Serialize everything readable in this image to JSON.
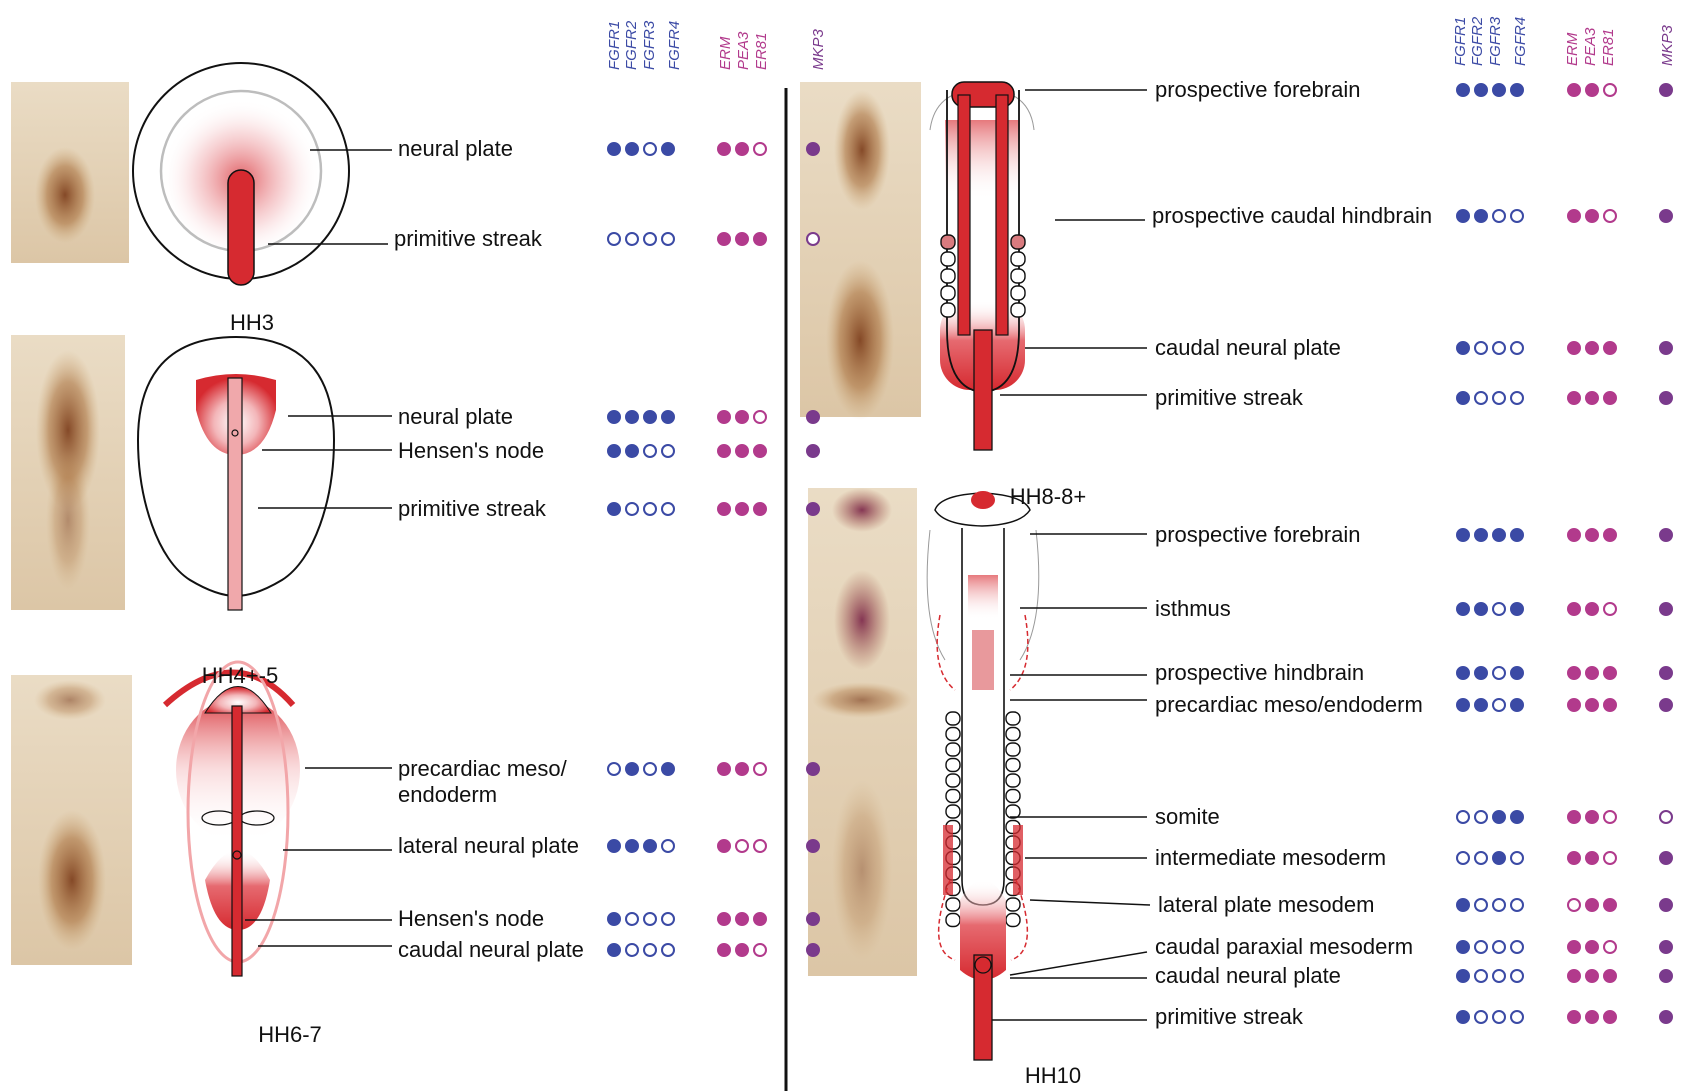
{
  "colors": {
    "fgfr": "#3b4aa5",
    "ets": "#b23a8c",
    "mkp": "#7a3a8c",
    "tissue": "#d62a30",
    "divider": "#111111"
  },
  "genes": {
    "fgfr": [
      "FGFR1",
      "FGFR2",
      "FGFR3",
      "FGFR4"
    ],
    "ets": [
      "ERM",
      "PEA3",
      "ER81"
    ],
    "mkp": [
      "MKP3"
    ]
  },
  "left": {
    "stages": [
      {
        "name": "HH3",
        "rows": [
          {
            "label": "neural plate",
            "fgfr": [
              1,
              1,
              0,
              1
            ],
            "ets": [
              1,
              1,
              0
            ],
            "mkp": [
              1
            ]
          },
          {
            "label": "primitive streak",
            "fgfr": [
              0,
              0,
              0,
              0
            ],
            "ets": [
              1,
              1,
              1
            ],
            "mkp": [
              0
            ]
          }
        ]
      },
      {
        "name": "HH4+-5",
        "rows": [
          {
            "label": "neural plate",
            "fgfr": [
              1,
              1,
              1,
              1
            ],
            "ets": [
              1,
              1,
              0
            ],
            "mkp": [
              1
            ]
          },
          {
            "label": "Hensen's node",
            "fgfr": [
              1,
              1,
              0,
              0
            ],
            "ets": [
              1,
              1,
              1
            ],
            "mkp": [
              1
            ]
          },
          {
            "label": "primitive streak",
            "fgfr": [
              1,
              0,
              0,
              0
            ],
            "ets": [
              1,
              1,
              1
            ],
            "mkp": [
              1
            ]
          }
        ]
      },
      {
        "name": "HH6-7",
        "rows": [
          {
            "label": "precardiac meso/",
            "label2": "endoderm",
            "fgfr": [
              0,
              1,
              0,
              1
            ],
            "ets": [
              1,
              1,
              0
            ],
            "mkp": [
              1
            ]
          },
          {
            "label": "lateral neural plate",
            "fgfr": [
              1,
              1,
              1,
              0
            ],
            "ets": [
              1,
              0,
              0
            ],
            "mkp": [
              1
            ]
          },
          {
            "label": "Hensen's node",
            "fgfr": [
              1,
              0,
              0,
              0
            ],
            "ets": [
              1,
              1,
              1
            ],
            "mkp": [
              1
            ]
          },
          {
            "label": "caudal neural plate",
            "fgfr": [
              1,
              0,
              0,
              0
            ],
            "ets": [
              1,
              1,
              0
            ],
            "mkp": [
              1
            ]
          }
        ]
      }
    ]
  },
  "right": {
    "stages": [
      {
        "name": "HH8-8+",
        "rows": [
          {
            "label": "prospective forebrain",
            "fgfr": [
              1,
              1,
              1,
              1
            ],
            "ets": [
              1,
              1,
              0
            ],
            "mkp": [
              1
            ]
          },
          {
            "label": "prospective caudal hindbrain",
            "fgfr": [
              1,
              1,
              0,
              0
            ],
            "ets": [
              1,
              1,
              0
            ],
            "mkp": [
              1
            ]
          },
          {
            "label": "caudal neural plate",
            "fgfr": [
              1,
              0,
              0,
              0
            ],
            "ets": [
              1,
              1,
              1
            ],
            "mkp": [
              1
            ]
          },
          {
            "label": "primitive streak",
            "fgfr": [
              1,
              0,
              0,
              0
            ],
            "ets": [
              1,
              1,
              1
            ],
            "mkp": [
              1
            ]
          }
        ]
      },
      {
        "name": "HH10",
        "rows": [
          {
            "label": "prospective forebrain",
            "fgfr": [
              1,
              1,
              1,
              1
            ],
            "ets": [
              1,
              1,
              1
            ],
            "mkp": [
              1
            ]
          },
          {
            "label": "isthmus",
            "fgfr": [
              1,
              1,
              0,
              1
            ],
            "ets": [
              1,
              1,
              0
            ],
            "mkp": [
              1
            ]
          },
          {
            "label": "prospective hindbrain",
            "fgfr": [
              1,
              1,
              0,
              1
            ],
            "ets": [
              1,
              1,
              1
            ],
            "mkp": [
              1
            ]
          },
          {
            "label": "precardiac meso/endoderm",
            "fgfr": [
              1,
              1,
              0,
              1
            ],
            "ets": [
              1,
              1,
              1
            ],
            "mkp": [
              1
            ]
          },
          {
            "label": "somite",
            "fgfr": [
              0,
              0,
              1,
              1
            ],
            "ets": [
              1,
              1,
              0
            ],
            "mkp": [
              0
            ]
          },
          {
            "label": "intermediate mesoderm",
            "fgfr": [
              0,
              0,
              1,
              0
            ],
            "ets": [
              1,
              1,
              0
            ],
            "mkp": [
              1
            ]
          },
          {
            "label": "lateral plate mesodem",
            "fgfr": [
              1,
              0,
              0,
              0
            ],
            "ets": [
              0,
              1,
              1
            ],
            "mkp": [
              1
            ]
          },
          {
            "label": "caudal paraxial mesoderm",
            "fgfr": [
              1,
              0,
              0,
              0
            ],
            "ets": [
              1,
              1,
              0
            ],
            "mkp": [
              1
            ]
          },
          {
            "label": "caudal neural plate",
            "fgfr": [
              1,
              0,
              0,
              0
            ],
            "ets": [
              1,
              1,
              1
            ],
            "mkp": [
              1
            ]
          },
          {
            "label": "primitive streak",
            "fgfr": [
              1,
              0,
              0,
              0
            ],
            "ets": [
              1,
              1,
              1
            ],
            "mkp": [
              1
            ]
          }
        ]
      }
    ]
  }
}
